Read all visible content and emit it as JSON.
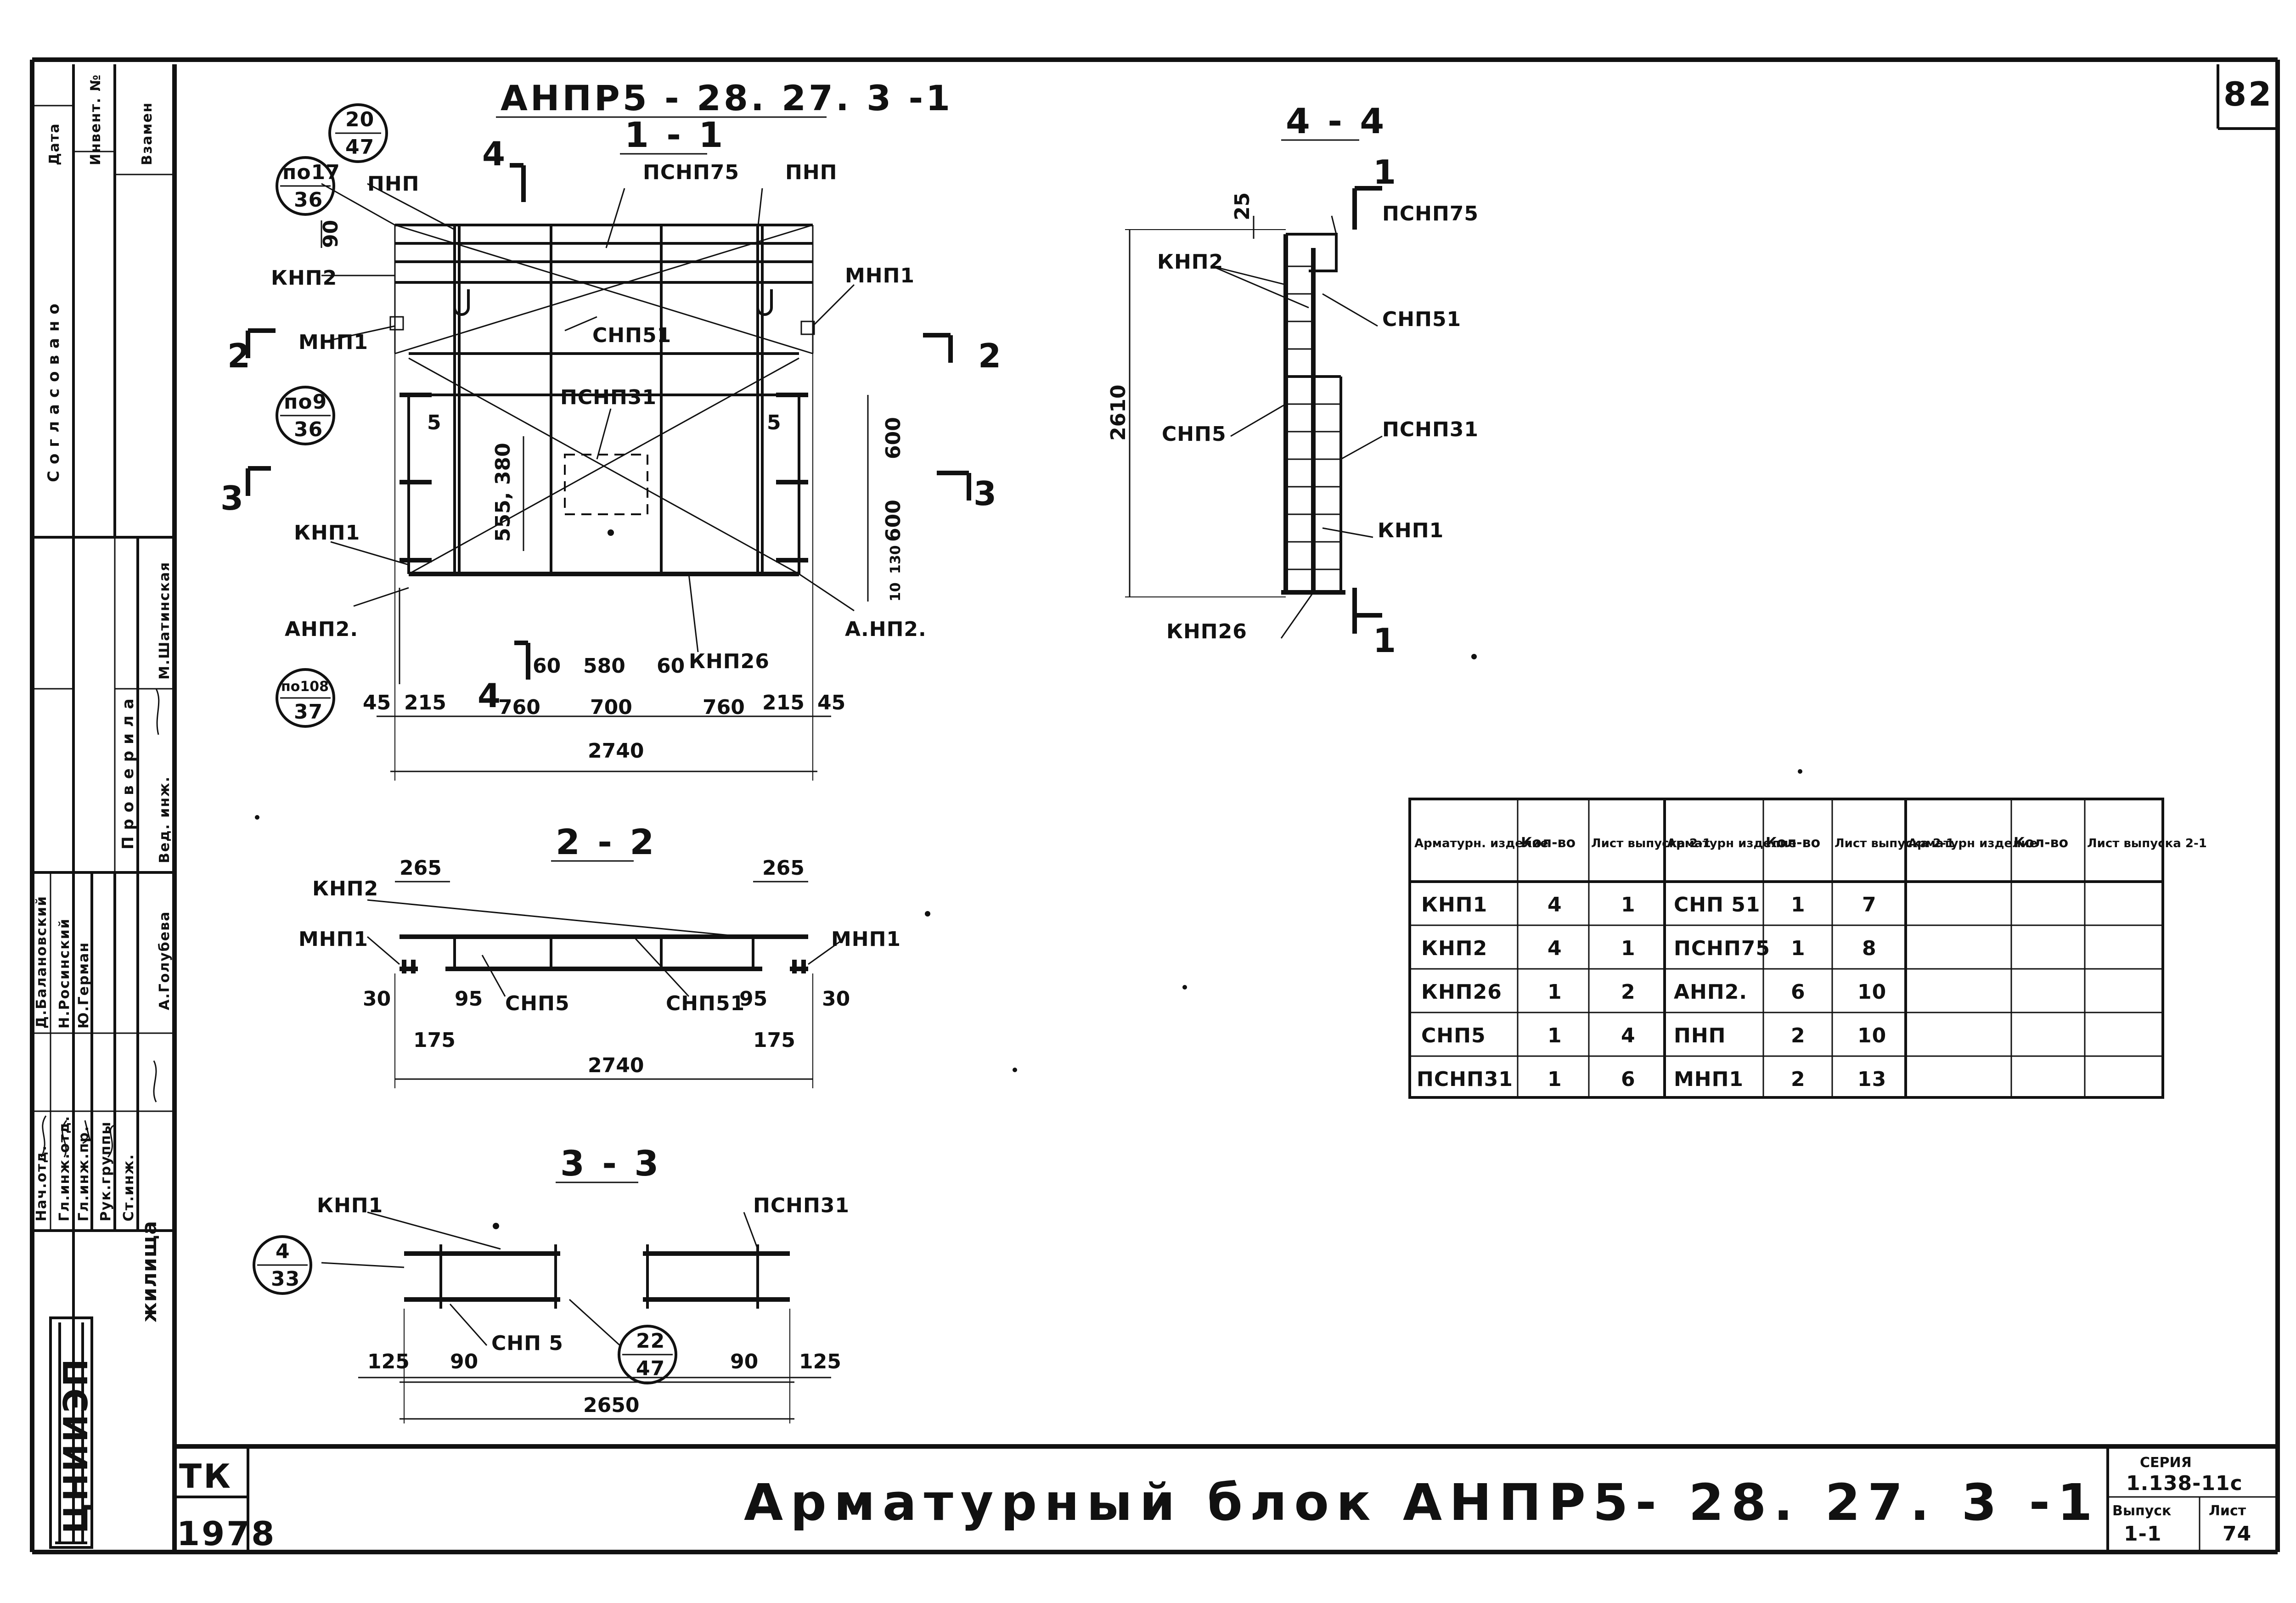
{
  "sheet": {
    "number": "82",
    "title": "Арматурный блок АНПР5- 28. 27. 3 -1",
    "org_mark": "ЦНИИЭП",
    "org_sub": "жилища",
    "tk_label": "ТК",
    "year": "1978",
    "series_label": "СЕРИЯ",
    "series_value": "1.138-11с",
    "release_label": "Выпуск",
    "release_value": "1-1",
    "sheet_label": "Лист",
    "sheet_value": "74"
  },
  "left_strip": {
    "headers": [
      "Дата",
      "Инвент. №",
      "Взамен"
    ],
    "agreed": "Согласовано",
    "checked": "Проверила",
    "checker_name": "М.Шатинская",
    "roles": [
      "Нач.отд.",
      "Гл.инж.отд.",
      "Гл.инж.пр.",
      "Рук.группы",
      "Ст.инж."
    ],
    "names": [
      "Д.Балановский",
      "Н.Росинский",
      "Ю.Герман"
    ],
    "lead_role": "Вед. инж.",
    "lead_name": "А.Голубева"
  },
  "view_1_1": {
    "mark": "АНПР5 - 28. 27. 3 -1",
    "section": "1 - 1",
    "labels": {
      "pnp_left": "ПНП",
      "psnp75": "ПСНП75",
      "pnp_right": "ПНП",
      "knp2": "КНП2",
      "mnp1_left": "МНП1",
      "mnp1_right": "МНП1",
      "snp51": "СНП51",
      "psnp31": "ПСНП31",
      "knp1": "КНП1",
      "anp2_left": "АНП2.",
      "anp2_right": "А.НП2.",
      "knp26": "КНП26",
      "cut2_left": "2",
      "cut2_right": "2",
      "cut3_left": "3",
      "cut3_right": "3",
      "cut4_top": "4",
      "cut4_bottom": "4"
    },
    "bubbles": [
      {
        "top": "20",
        "bottom": "47"
      },
      {
        "top": "по17",
        "bottom": "36"
      },
      {
        "top": "по9",
        "bottom": "36"
      },
      {
        "top": "по108",
        "bottom": "37"
      }
    ],
    "dims": {
      "d90": "90",
      "d5_left": "5",
      "d5_right": "5",
      "d555": "555, 380",
      "d600_a": "600",
      "d600_b": "600",
      "d130": "130",
      "d10": "10",
      "row": [
        "45",
        "215",
        "760",
        "60",
        "580",
        "60",
        "700",
        "760",
        "215",
        "45"
      ],
      "total": "2740"
    }
  },
  "view_2_2": {
    "section": "2 - 2",
    "labels": {
      "knp2": "КНП2",
      "mnp1_left": "МНП1",
      "mnp1_right": "МНП1",
      "snp5": "СНП5",
      "snp51": "СНП51"
    },
    "dims": {
      "d265_left": "265",
      "d265_right": "265",
      "d30_left": "30",
      "d30_right": "30",
      "d95_left": "95",
      "d95_right": "95",
      "d175_left": "175",
      "d175_right": "175",
      "total": "2740"
    }
  },
  "view_3_3": {
    "section": "3 - 3",
    "labels": {
      "knp1": "КНП1",
      "psnp31": "ПСНП31",
      "snp5": "СНП 5"
    },
    "bubbles": [
      {
        "top": "4",
        "bottom": "33"
      },
      {
        "top": "22",
        "bottom": "47"
      }
    ],
    "dims": {
      "d125_left": "125",
      "d90_left": "90",
      "d90_right": "90",
      "d125_right": "125",
      "total": "2650"
    }
  },
  "view_4_4": {
    "section": "4 - 4",
    "labels": {
      "psnp75": "ПСНП75",
      "knp2": "КНП2",
      "snp51": "СНП51",
      "snp5": "СНП5",
      "psnp31": "ПСНП31",
      "knp1": "КНП1",
      "knp26": "КНП26",
      "cut_top": "1",
      "cut_bottom": "1"
    },
    "dims": {
      "d25": "25",
      "height": "2610"
    }
  },
  "spec_table": {
    "headers": [
      "Арматурн. изделие",
      "Кол-во",
      "Лист выпуска 2-1",
      "Арматурн изделие",
      "Кол-во",
      "Лист выпуска 2-1",
      "Арматурн изделие",
      "Кол-во",
      "Лист выпуска 2-1"
    ],
    "rows": [
      [
        "КНП1",
        "4",
        "1",
        "СНП 51",
        "1",
        "7",
        "",
        "",
        ""
      ],
      [
        "КНП2",
        "4",
        "1",
        "ПСНП75",
        "1",
        "8",
        "",
        "",
        ""
      ],
      [
        "КНП26",
        "1",
        "2",
        "АНП2.",
        "6",
        "10",
        "",
        "",
        ""
      ],
      [
        "СНП5",
        "1",
        "4",
        "ПНП",
        "2",
        "10",
        "",
        "",
        ""
      ],
      [
        "ПСНП31",
        "1",
        "6",
        "МНП1",
        "2",
        "13",
        "",
        "",
        ""
      ]
    ]
  }
}
